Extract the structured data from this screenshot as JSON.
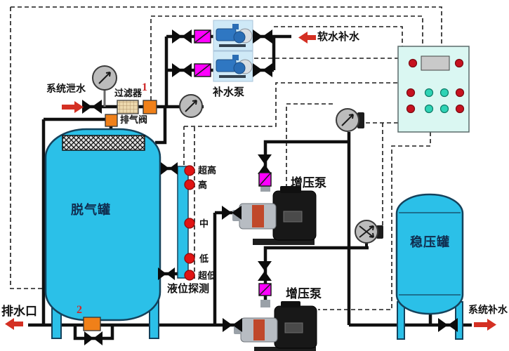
{
  "labels": {
    "system_drain": "系统泄水",
    "filter": "过滤器",
    "tag_1": "1",
    "air_vent": "排气阀",
    "makeup_pump": "补水泵",
    "soft_water_makeup": "软水补水",
    "level_ultra_high": "超高",
    "level_high": "高",
    "level_mid": "中",
    "level_low": "低",
    "level_ultra_low": "超低",
    "level_probe": "液位探测",
    "degassing_tank": "脱气罐",
    "booster_pump_1": "增压泵",
    "booster_pump_2": "增压泵",
    "pressure_tank": "稳压罐",
    "drain_outlet": "排水口",
    "tag_2": "2",
    "system_makeup": "系统补水"
  },
  "colors": {
    "tank_cyan": "#2bc0e8",
    "pipe_black": "#101010",
    "solenoid_orange": "#f08019",
    "check_valve_magenta": "#ff00ff",
    "panel_face": "#daf7f2",
    "indicator_red": "#c6121f",
    "indicator_teal": "#2ed3b5",
    "arrow_red": "#d43023",
    "level_dot_red": "#e01414"
  },
  "panel": {
    "display": "blank-lcd",
    "button_rows": 2,
    "buttons_per_row": 4
  }
}
